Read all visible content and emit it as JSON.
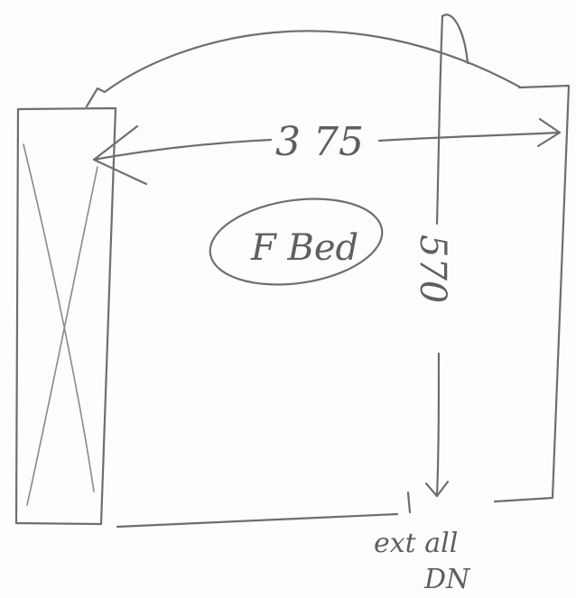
{
  "drawing": {
    "width_label": "3 75",
    "depth_label": "570",
    "room_label": "F Bed",
    "door_label_line1": "ext all",
    "door_label_line2": "DN"
  },
  "colors": {
    "paper": "#fdfdfd",
    "pencil": "#6e6e6e"
  }
}
